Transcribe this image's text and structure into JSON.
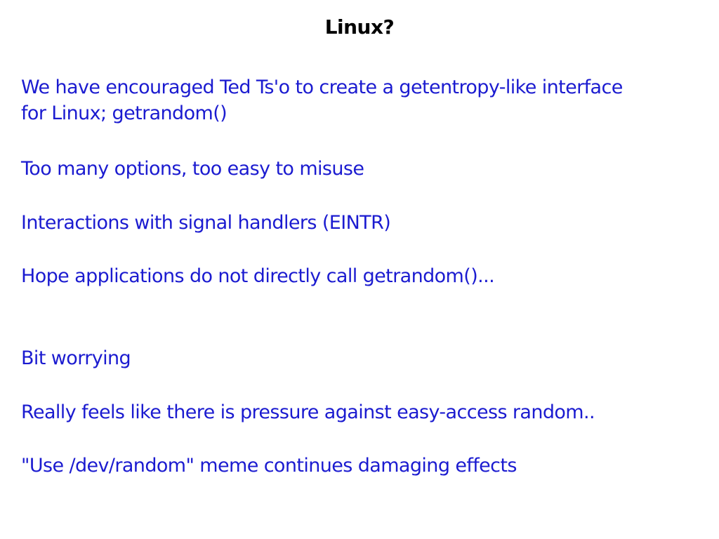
{
  "slide": {
    "title": "Linux?",
    "colors": {
      "background": "#ffffff",
      "title_text": "#000000",
      "body_text": "#1b1bd0"
    },
    "paragraphs": [
      {
        "text": "We have encouraged Ted Ts'o to create a getentropy-like interface\nfor Linux; getrandom()"
      },
      {
        "text": "Too many options, too easy to misuse"
      },
      {
        "text": "Interactions with signal handlers (EINTR)"
      },
      {
        "text": "Hope applications do not directly call getrandom()..."
      },
      {
        "text": "Bit worrying"
      },
      {
        "text": "Really feels like there is pressure against easy-access random.."
      },
      {
        "text": "\"Use /dev/random\" meme continues damaging effects"
      }
    ]
  }
}
